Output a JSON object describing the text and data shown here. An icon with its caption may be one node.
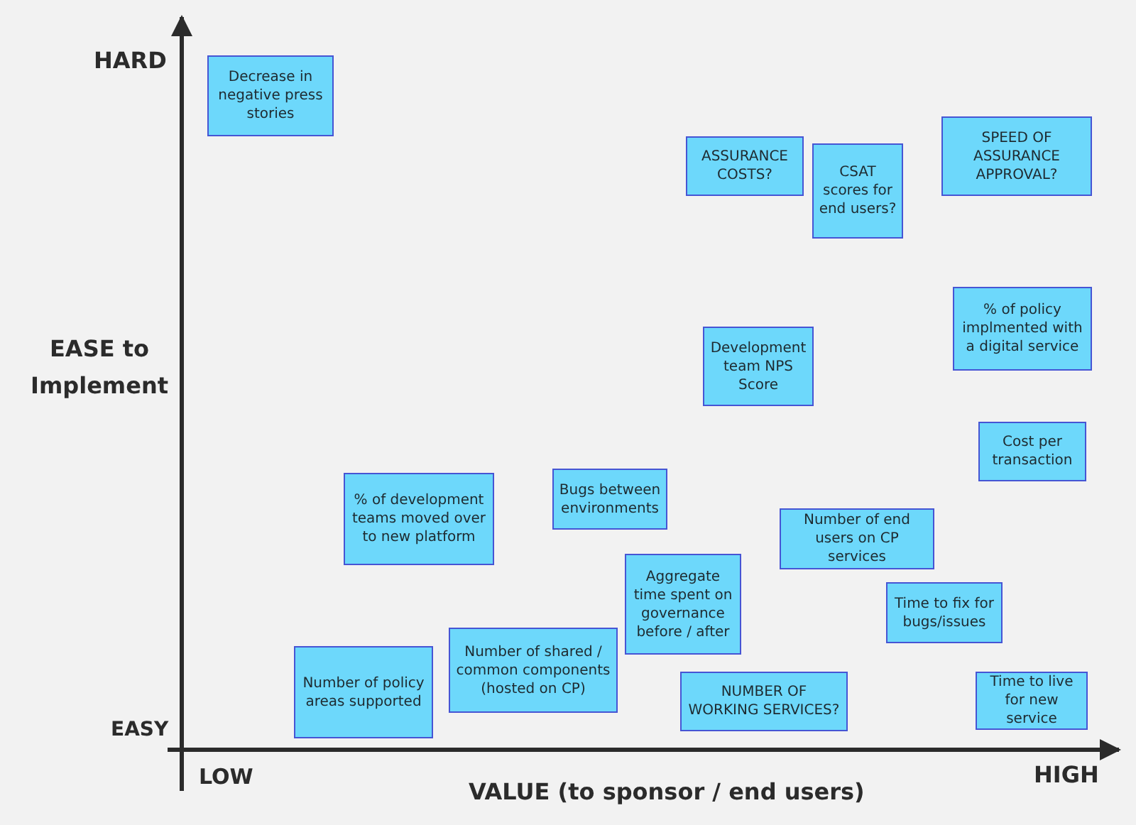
{
  "diagram": {
    "nodes": [
      {
        "text": [
          "Decrease in negative press stories"
        ]
      },
      {
        "text": [
          "ASSURANCE COSTS?"
        ]
      },
      {
        "text": [
          "CSAT scores for end users?"
        ]
      },
      {
        "text": [
          "SPEED OF ASSURANCE APPROVAL?"
        ]
      },
      {
        "text": [
          "Development team NPS Score"
        ]
      },
      {
        "text": [
          "% of policy implmented with a digital service"
        ]
      },
      {
        "text": [
          "Cost per transaction"
        ]
      },
      {
        "text": [
          "% of development teams moved over to new platform"
        ]
      },
      {
        "text": [
          "Bugs between environments"
        ]
      },
      {
        "text": [
          "Number of end users on CP services"
        ]
      },
      {
        "text": [
          "Aggregate time spent on governance before / after"
        ]
      },
      {
        "text": [
          "Time to fix for bugs/issues"
        ]
      },
      {
        "text": [
          "Number of shared / common components (hosted on CP)"
        ]
      },
      {
        "text": [
          "Number of policy areas supported"
        ]
      },
      {
        "text": [
          "NUMBER OF WORKING SERVICES?"
        ]
      },
      {
        "text": [
          "Time to live for new service"
        ]
      }
    ],
    "labels": [
      "HARD",
      "EASE to Implement",
      "EASY",
      "LOW",
      "VALUE (to sponsor / end users)",
      "HIGH"
    ]
  }
}
